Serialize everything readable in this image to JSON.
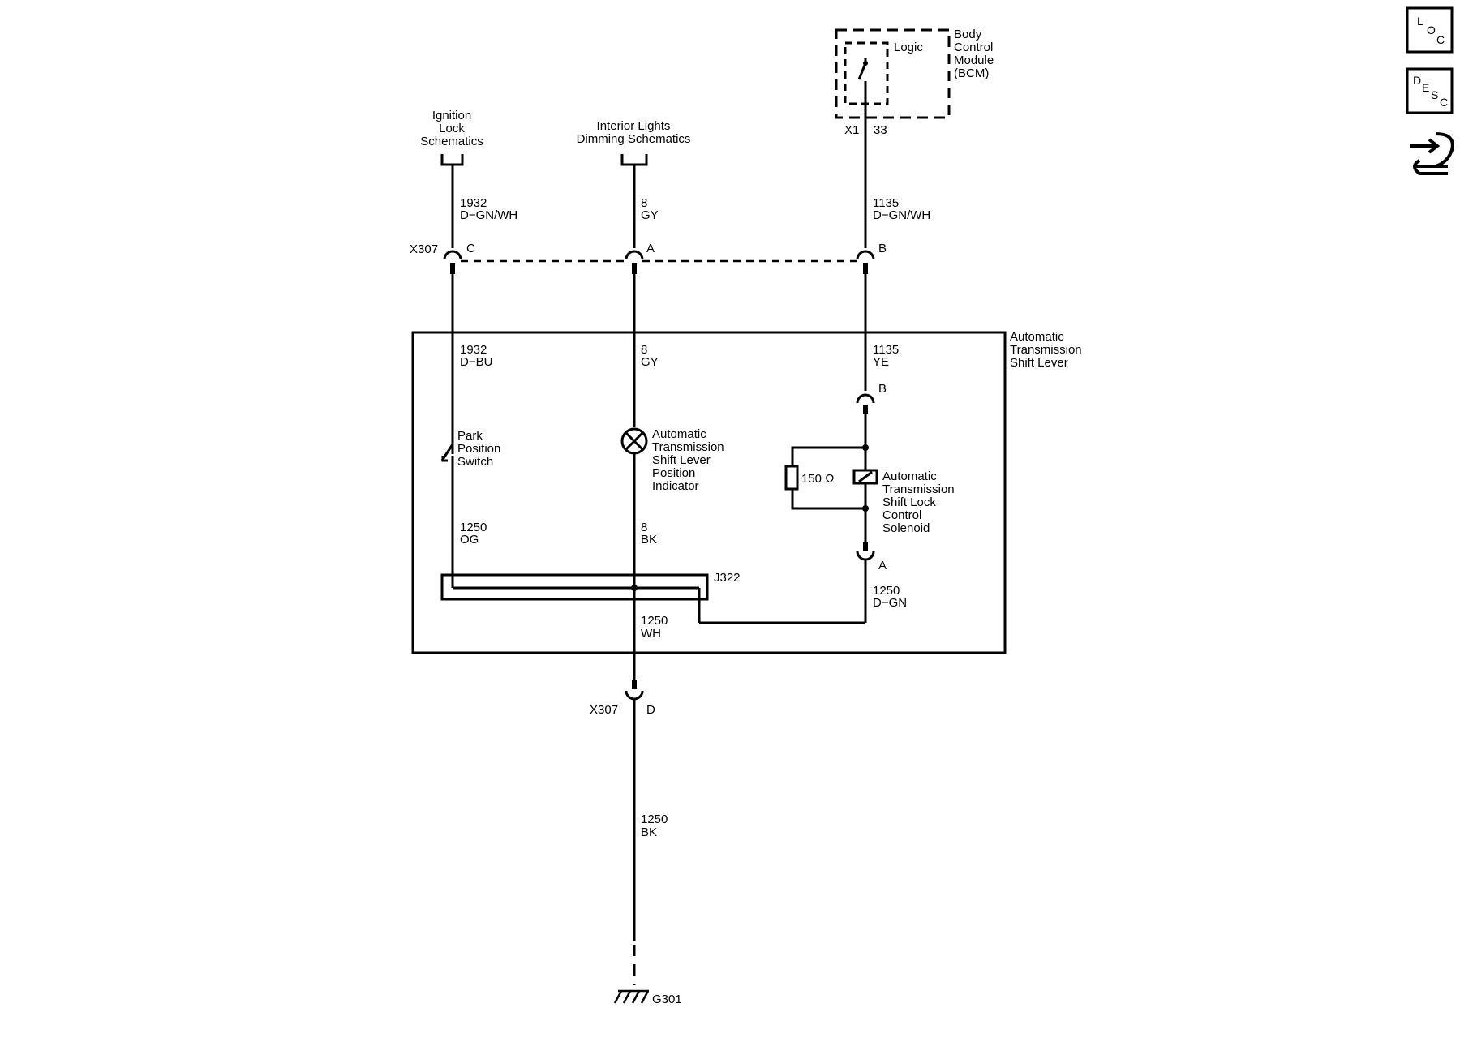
{
  "colors": {
    "ink": "#000000",
    "background": "#ffffff"
  },
  "sources": {
    "ignition": [
      "Ignition",
      "Lock",
      "Schematics"
    ],
    "dimming": [
      "Interior Lights",
      "Dimming Schematics"
    ]
  },
  "bcm": {
    "name": [
      "Body",
      "Control",
      "Module",
      "(BCM)"
    ],
    "logic": "Logic",
    "connector": "X1",
    "pin": "33"
  },
  "x307_upper": {
    "name": "X307",
    "pin_c": "C",
    "pin_a": "A",
    "pin_b": "B"
  },
  "wires": {
    "w1932_top": [
      "1932",
      "D−GN/WH"
    ],
    "w8_top": [
      "8",
      "GY"
    ],
    "w1135_top": [
      "1135",
      "D−GN/WH"
    ],
    "w1932_in": [
      "1932",
      "D−BU"
    ],
    "w8_in": [
      "8",
      "GY"
    ],
    "w1135_in": [
      "1135",
      "YE"
    ],
    "w1250_og": [
      "1250",
      "OG"
    ],
    "w8_bk": [
      "8",
      "BK"
    ],
    "w1250_dgn": [
      "1250",
      "D−GN"
    ],
    "w1250_wh": [
      "1250",
      "WH"
    ],
    "w1250_bk": [
      "1250",
      "BK"
    ]
  },
  "shift_lever": {
    "name": [
      "Automatic",
      "Transmission",
      "Shift Lever"
    ]
  },
  "park_switch": [
    "Park",
    "Position",
    "Switch"
  ],
  "indicator": [
    "Automatic",
    "Transmission",
    "Shift Lever",
    "Position",
    "Indicator"
  ],
  "solenoid": {
    "name": [
      "Automatic",
      "Transmission",
      "Shift Lock",
      "Control",
      "Solenoid"
    ],
    "pin_top": "B",
    "pin_bottom": "A"
  },
  "resistor": "150 Ω",
  "splice": "J322",
  "x307_lower": {
    "name": "X307",
    "pin": "D"
  },
  "ground": "G301",
  "nav": {
    "loc": {
      "l": "L",
      "o": "O",
      "c": "C"
    },
    "desc": {
      "d": "D",
      "e": "E",
      "s": "S",
      "c": "C"
    }
  }
}
